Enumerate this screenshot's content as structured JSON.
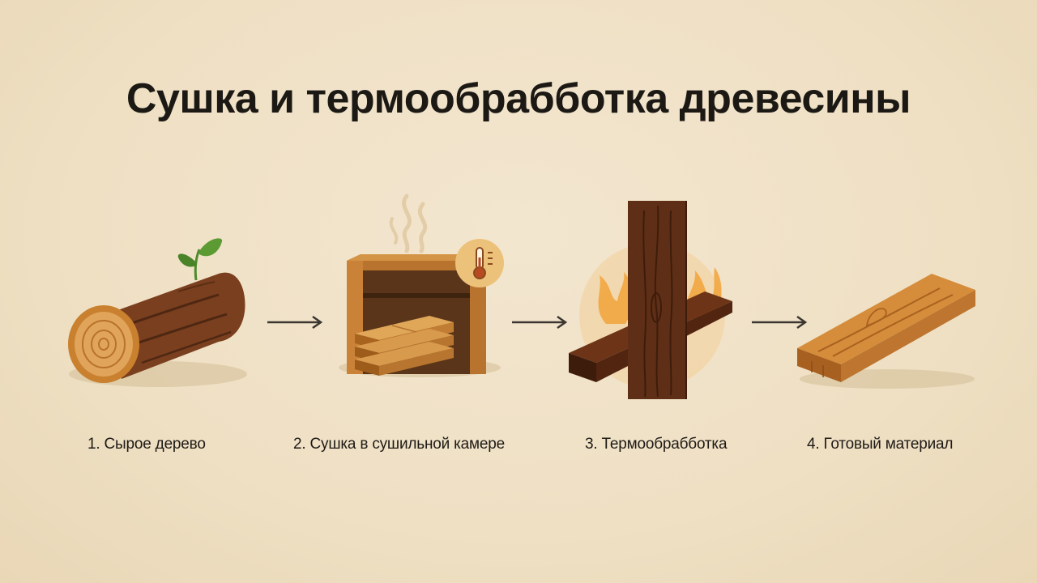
{
  "title": "Сушка и термообрабботка древесины",
  "steps": [
    {
      "label": "1. Сырое дерево"
    },
    {
      "label": "2. Сушка в сушильной камере"
    },
    {
      "label": "3. Термообрабботка"
    },
    {
      "label": "4. Готовый материал"
    }
  ],
  "icons": {
    "log": "raw-log-with-sprout",
    "kiln": "drying-chamber-with-thermometer",
    "heat": "charred-planks-with-flames",
    "board": "finished-plank"
  },
  "colors": {
    "background": "#efe0c4",
    "wood_light": "#d08a3a",
    "wood_dark": "#5a2e16",
    "flame": "#f0a030",
    "leaf": "#4f8a2c"
  }
}
